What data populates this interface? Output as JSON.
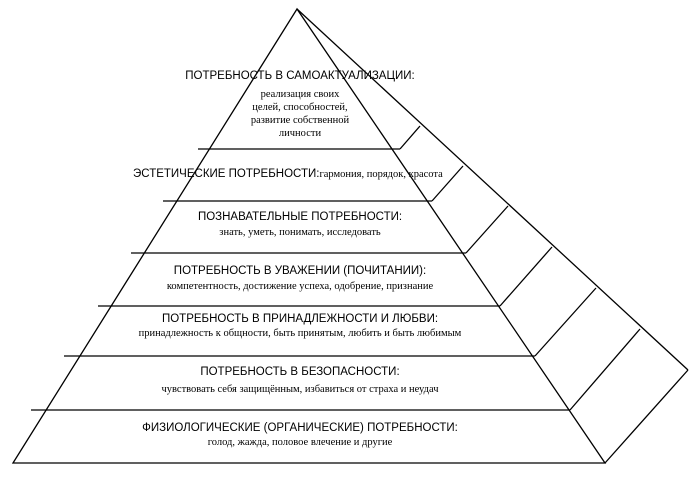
{
  "pyramid": {
    "levels": [
      {
        "title": "ПОТРЕБНОСТЬ В САМОАКТУАЛИЗАЦИИ:",
        "lines": [
          "реализация своих",
          "целей, способностей,",
          "развитие собственной",
          "личности"
        ]
      },
      {
        "title": "ЭСТЕТИЧЕСКИЕ ПОТРЕБНОСТИ:",
        "inline": "гармония, порядок, красота"
      },
      {
        "title": "ПОЗНАВАТЕЛЬНЫЕ ПОТРЕБНОСТИ:",
        "desc": "знать, уметь, понимать, исследовать"
      },
      {
        "title": "ПОТРЕБНОСТЬ В УВАЖЕНИИ (ПОЧИТАНИИ):",
        "desc": "компетентность, достижение успеха, одобрение, признание"
      },
      {
        "title": "ПОТРЕБНОСТЬ В ПРИНАДЛЕЖНОСТИ И ЛЮБВИ:",
        "desc": "принадлежность к общности, быть принятым, любить и быть любимым"
      },
      {
        "title": "ПОТРЕБНОСТЬ В БЕЗОПАСНОСТИ:",
        "desc": "чувствовать себя защищённым, избавиться от страха и неудач"
      },
      {
        "title": "ФИЗИОЛОГИЧЕСКИЕ (ОРГАНИЧЕСКИЕ) ПОТРЕБНОСТИ:",
        "desc": "голод, жажда, половое влечение и другие"
      }
    ]
  }
}
